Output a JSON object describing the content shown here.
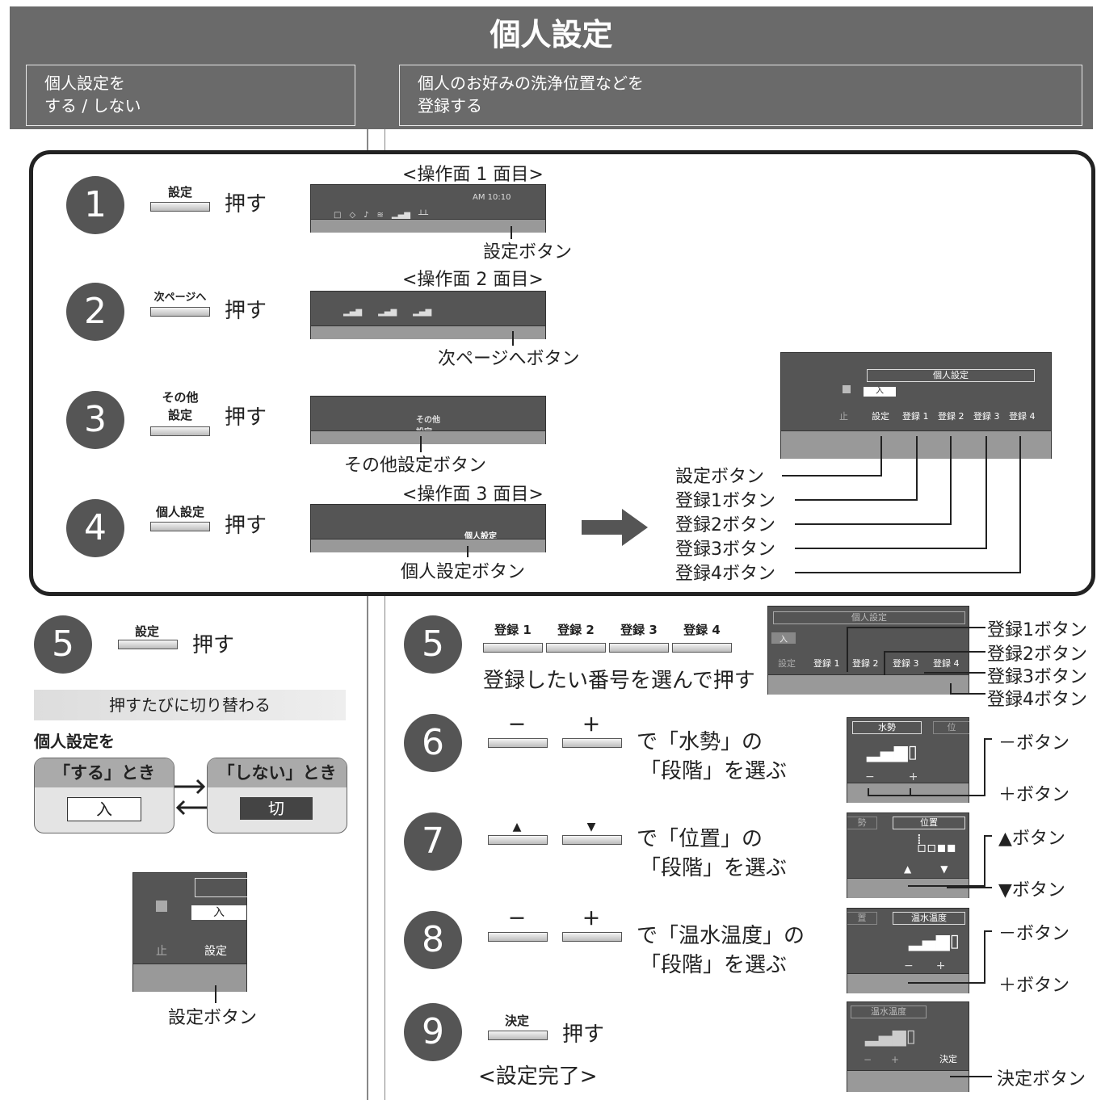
{
  "header": {
    "title": "個人設定",
    "left_line1": "個人設定を",
    "left_line2": "する / しない",
    "right_line1": "個人のお好みの洗浄位置などを",
    "right_line2": "登録する"
  },
  "steps": {
    "s1": {
      "num": "1",
      "btn": "設定",
      "action": "押す",
      "screen": "<操作面 1 面目>",
      "callout": "設定ボタン"
    },
    "s2": {
      "num": "2",
      "btn": "次ページへ",
      "action": "押す",
      "screen": "<操作面 2 面目>",
      "callout": "次ページへボタン"
    },
    "s3": {
      "num": "3",
      "btn1": "その他",
      "btn2": "設定",
      "action": "押す",
      "callout": "その他設定ボタン"
    },
    "s4": {
      "num": "4",
      "btn": "個人設定",
      "action": "押す",
      "screen": "<操作面 3 面目>",
      "callout": "個人設定ボタン"
    }
  },
  "big_panel": {
    "title": "個人設定",
    "value": "入",
    "labels": [
      "止",
      "設定",
      "登録 1",
      "登録 2",
      "登録 3",
      "登録 4"
    ],
    "callouts": [
      "設定ボタン",
      "登録1ボタン",
      "登録2ボタン",
      "登録3ボタン",
      "登録4ボタン"
    ]
  },
  "left": {
    "num": "5",
    "btn": "設定",
    "action": "押す",
    "toggle_note": "押すたびに切り替わる",
    "subject": "個人設定を",
    "on_label": "「する」とき",
    "on_value": "入",
    "off_label": "「しない」とき",
    "off_value": "切",
    "panel_value": "入",
    "panel_stop": "止",
    "panel_set": "設定",
    "callout": "設定ボタン"
  },
  "right": {
    "s5": {
      "num": "5",
      "btns": [
        "登録 1",
        "登録 2",
        "登録 3",
        "登録 4"
      ],
      "desc": "登録したい番号を選んで押す",
      "panel_title": "個人設定",
      "panel_value": "入",
      "panel_labels": [
        "設定",
        "登録 1",
        "登録 2",
        "登録 3",
        "登録 4"
      ],
      "callouts": [
        "登録1ボタン",
        "登録2ボタン",
        "登録3ボタン",
        "登録4ボタン"
      ]
    },
    "s6": {
      "num": "6",
      "b1": "－",
      "b2": "＋",
      "line1": "で「水勢」の",
      "line2": "「段階」を選ぶ",
      "tab1": "水勢",
      "tab2": "位",
      "c1": "－ボタン",
      "c2": "＋ボタン"
    },
    "s7": {
      "num": "7",
      "b1": "▲",
      "b2": "▼",
      "line1": "で「位置」の",
      "line2": "「段階」を選ぶ",
      "tab1": "勢",
      "tab2": "位置",
      "c1": "▲ボタン",
      "c2": "▼ボタン"
    },
    "s8": {
      "num": "8",
      "b1": "－",
      "b2": "＋",
      "line1": "で「温水温度」の",
      "line2": "「段階」を選ぶ",
      "tab1": "置",
      "tab2": "温水温度",
      "c1": "－ボタン",
      "c2": "＋ボタン"
    },
    "s9": {
      "num": "9",
      "btn": "決定",
      "action": "押す",
      "done": "<設定完了>",
      "tab": "温水温度",
      "panel_btn": "決定",
      "c1": "決定ボタン"
    }
  }
}
